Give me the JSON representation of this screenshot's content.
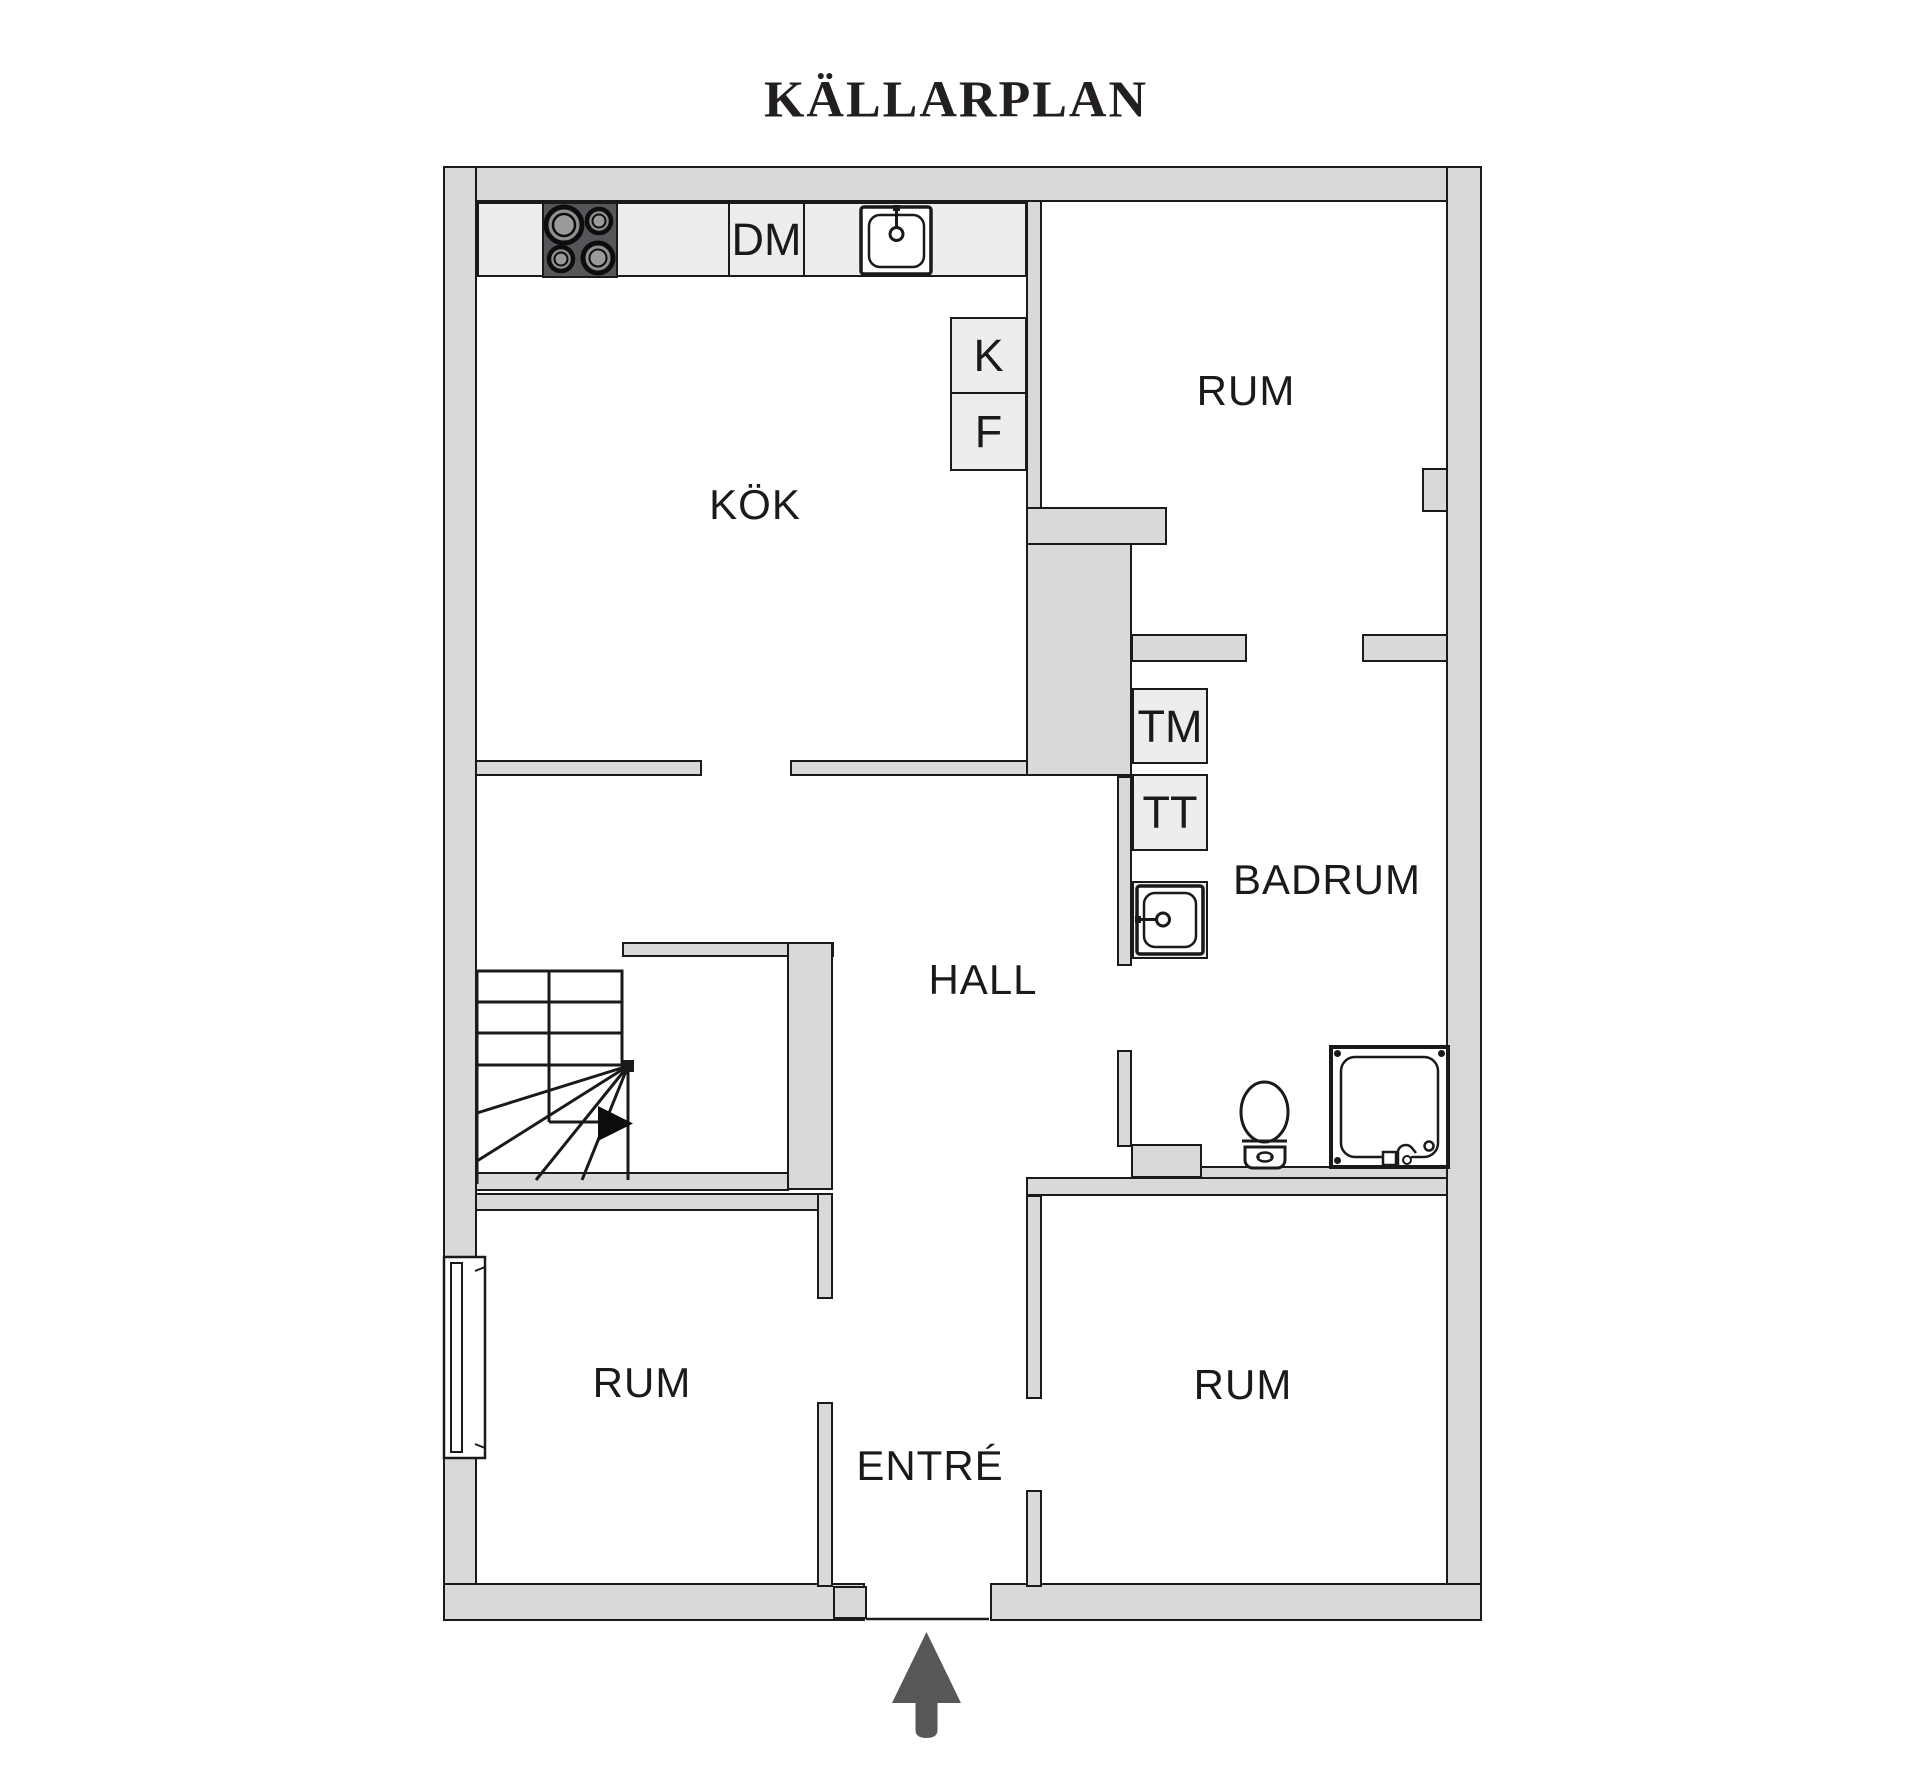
{
  "title": "KÄLLARPLAN",
  "rooms": {
    "kok": "KÖK",
    "rum_top_right": "RUM",
    "badrum": "BADRUM",
    "hall": "HALL",
    "rum_bottom_left": "RUM",
    "rum_bottom_right": "RUM",
    "entre": "ENTRÉ"
  },
  "appliances": {
    "dm": "DM",
    "k": "K",
    "f": "F",
    "tm": "TM",
    "tt": "TT"
  },
  "icons": [
    "stove-icon",
    "kitchen-sink-icon",
    "bathroom-sink-icon",
    "toilet-icon",
    "shower-icon",
    "stairs-icon",
    "window-icon",
    "entrance-arrow-icon"
  ],
  "colors": {
    "wall_fill": "#d9d9d9",
    "fixture_fill": "#ededed",
    "line": "#1a1a1a",
    "stove_fill": "#55555a",
    "arrow_fill": "#57575a",
    "background": "#ffffff"
  }
}
